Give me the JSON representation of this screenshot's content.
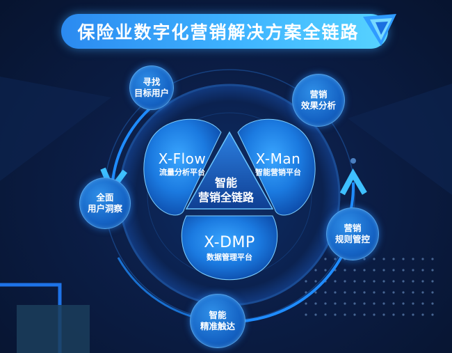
{
  "title": "保险业数字化营销解决方案全链路",
  "center": {
    "line1": "智能",
    "line2": "营销全链路"
  },
  "petals": {
    "flow": {
      "name": "X-Flow",
      "desc": "流量分析平台"
    },
    "man": {
      "name": "X-Man",
      "desc": "智能营销平台"
    },
    "dmp": {
      "name": "X-DMP",
      "desc": "数据管理平台"
    }
  },
  "steps": [
    {
      "line1": "寻找",
      "line2": "目标用户"
    },
    {
      "line1": "营销",
      "line2": "效果分析"
    },
    {
      "line1": "营销",
      "line2": "规则管控"
    },
    {
      "line1": "智能",
      "line2": "精准触达"
    },
    {
      "line1": "全面",
      "line2": "用户洞察"
    }
  ],
  "colors": {
    "background": "#0a1a3a",
    "accent": "#3fb4ff",
    "node": "#1563c4",
    "ring": "#1f6fd8"
  }
}
